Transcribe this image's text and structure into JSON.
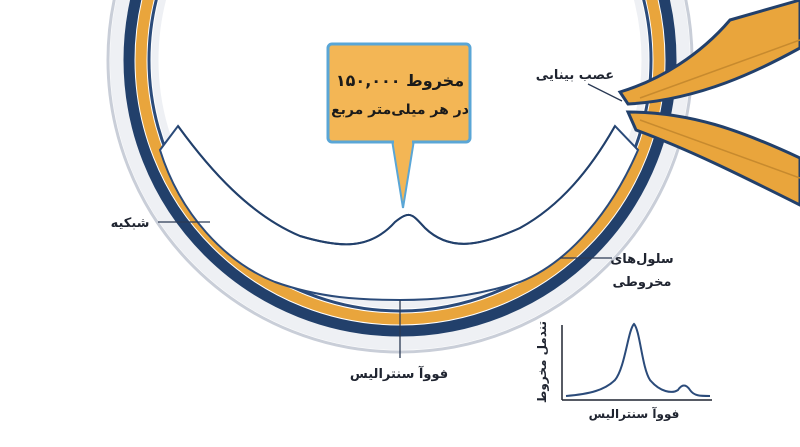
{
  "callout": {
    "line1": "۱۵۰,۰۰۰ مخروط",
    "line2": "در هر میلی‌متر مربع"
  },
  "labels": {
    "optic_nerve": "عصب بینایی",
    "retina": "شبکیه",
    "cone_cells_line1": "سلول‌های",
    "cone_cells_line2": "مخروطی",
    "fovea": "فووآ سنترالیس"
  },
  "graph": {
    "ylabel": "تندمل مخروط",
    "xlabel": "فووآ سنترالیس"
  },
  "colors": {
    "outer_blue": "#22406b",
    "orange": "#e9a53c",
    "cell_orange": "#f0b44a",
    "light_gray": "#eef0f4",
    "line_blue": "#2b4b7a",
    "callout_fill": "#f3b655",
    "callout_stroke": "#5aa6d6"
  }
}
